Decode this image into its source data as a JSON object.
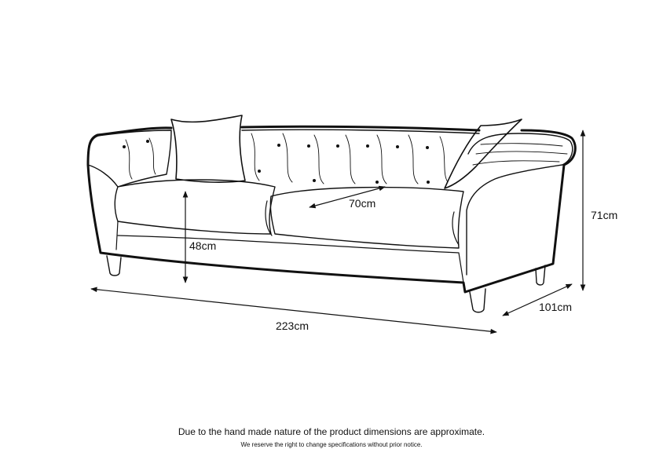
{
  "dimensions": {
    "width_label": "223cm",
    "depth_label": "101cm",
    "height_label": "71cm",
    "seat_height_label": "48cm",
    "seat_depth_label": "70cm"
  },
  "footer": {
    "disclaimer": "Due to the hand made nature of the product dimensions are approximate.",
    "notice": "We reserve the right to change specifications without prior notice."
  },
  "colors": {
    "line": "#111111",
    "background": "#ffffff"
  }
}
